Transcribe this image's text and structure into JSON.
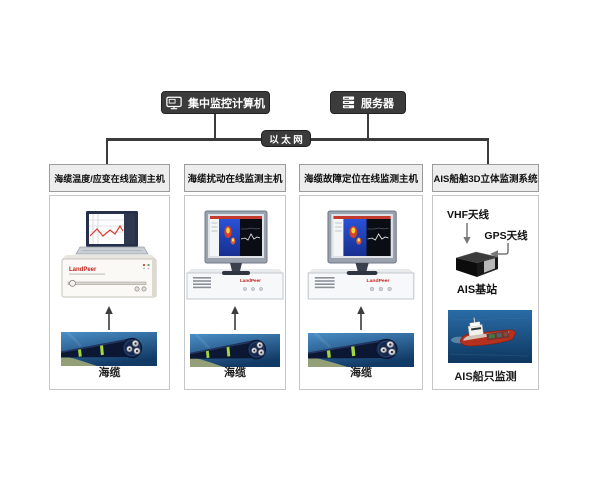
{
  "top_nodes": {
    "central_computer": {
      "label": "集中监控计算机",
      "icon": "monitor-icon"
    },
    "server": {
      "label": "服务器",
      "icon": "server-icon"
    }
  },
  "network_bus": {
    "label": "以太网"
  },
  "columns": [
    {
      "title": "海缆温度/应变在线监测主机",
      "device": {
        "type": "laptop-on-interrogator",
        "brand": "LandPeer"
      },
      "arrow": "up-arrow",
      "image": "submarine-cable-photo",
      "caption": "海缆"
    },
    {
      "title": "海缆扰动在线监测主机",
      "device": {
        "type": "monitor-on-rack-host",
        "brand": "LandPeer"
      },
      "arrow": "up-arrow",
      "image": "submarine-cable-photo",
      "caption": "海缆"
    },
    {
      "title": "海缆故障定位在线监测主机",
      "device": {
        "type": "monitor-on-rack-host",
        "brand": "LandPeer"
      },
      "arrow": "up-arrow",
      "image": "submarine-cable-photo",
      "caption": "海缆"
    },
    {
      "title": "AIS船舶3D立体监测系统",
      "vhf_antenna_label": "VHF天线",
      "gps_antenna_label": "GPS天线",
      "base_station_label": "AIS基站",
      "image": "ais-ship-photo",
      "caption": "AIS船只监测"
    }
  ],
  "colors": {
    "node_bg": "#3b3b3b",
    "node_text": "#ffffff",
    "bus_line": "#3b3b3b",
    "column_header_bg": "#ededed",
    "column_border": "#9b9b9b",
    "body_border": "#c6c6c6",
    "brand_red": "#c4231c",
    "cable_green_band": "#9fd43c",
    "sea_blue": "#14406e"
  }
}
